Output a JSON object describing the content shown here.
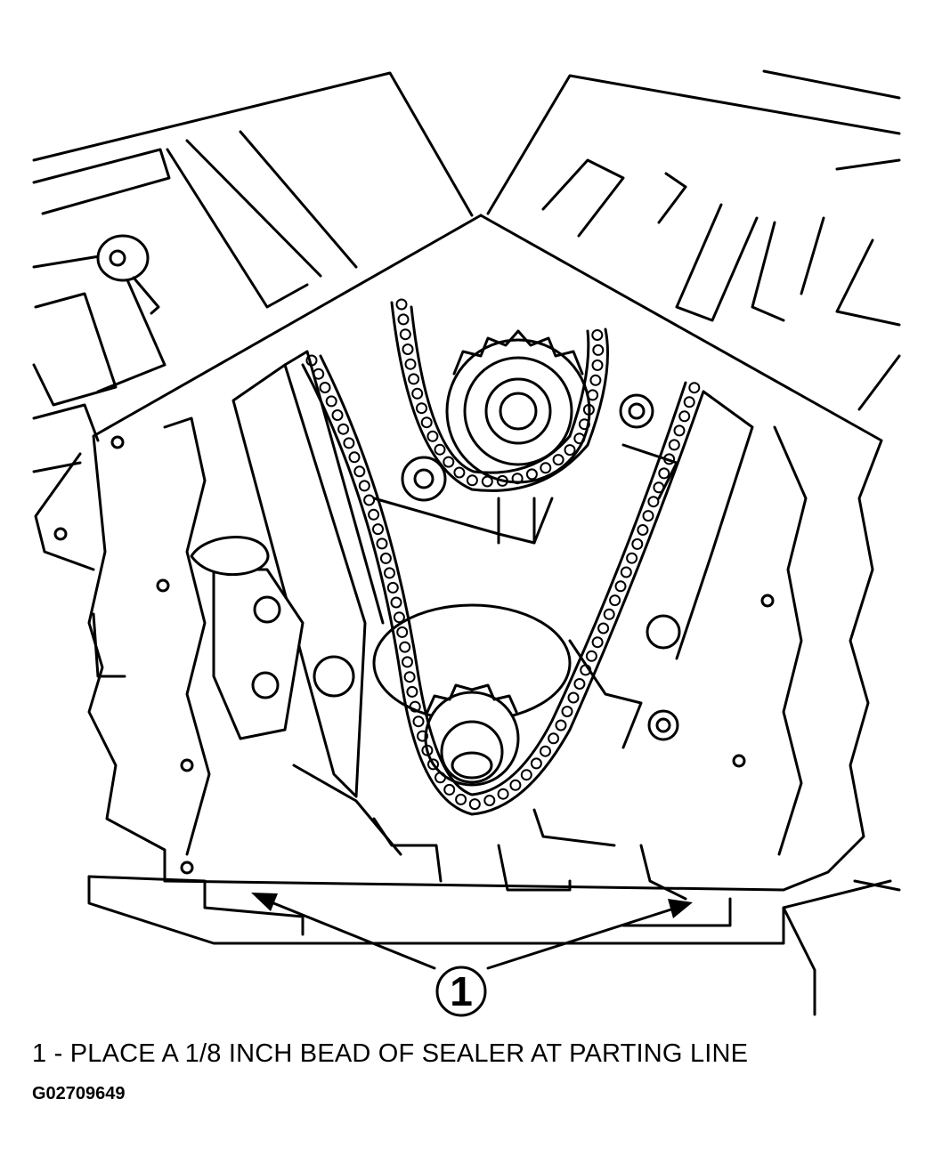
{
  "figure": {
    "callout_number": "1",
    "caption": "1 - PLACE A 1/8 INCH BEAD OF SEALER AT PARTING LINE",
    "figure_id": "G02709649"
  }
}
